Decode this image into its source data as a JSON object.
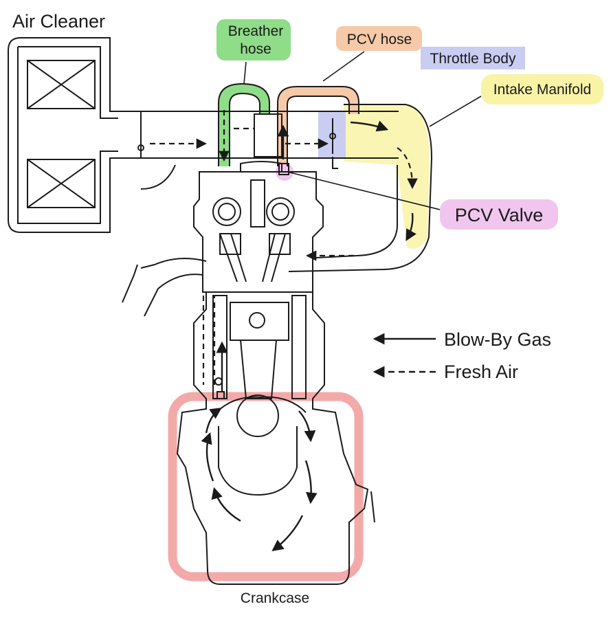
{
  "labels": {
    "air_cleaner": "Air Cleaner",
    "breather_hose": [
      "Breather",
      "hose"
    ],
    "pcv_hose": "PCV hose",
    "throttle_body": "Throttle Body",
    "intake_manifold": "Intake Manifold",
    "pcv_valve": "PCV Valve",
    "crankcase": "Crankcase"
  },
  "legend": {
    "blow_by": "Blow-By Gas",
    "fresh_air": "Fresh Air"
  },
  "colors": {
    "breather_highlight": "#9fe39a",
    "pcv_hose_highlight": "#f6c9a8",
    "throttle_highlight": "#c9cdf2",
    "manifold_highlight": "#f9f3a6",
    "pcv_valve_highlight": "#f1c6ee",
    "crankcase_box": "#f4a9a9",
    "line": "#1a1a1a"
  }
}
